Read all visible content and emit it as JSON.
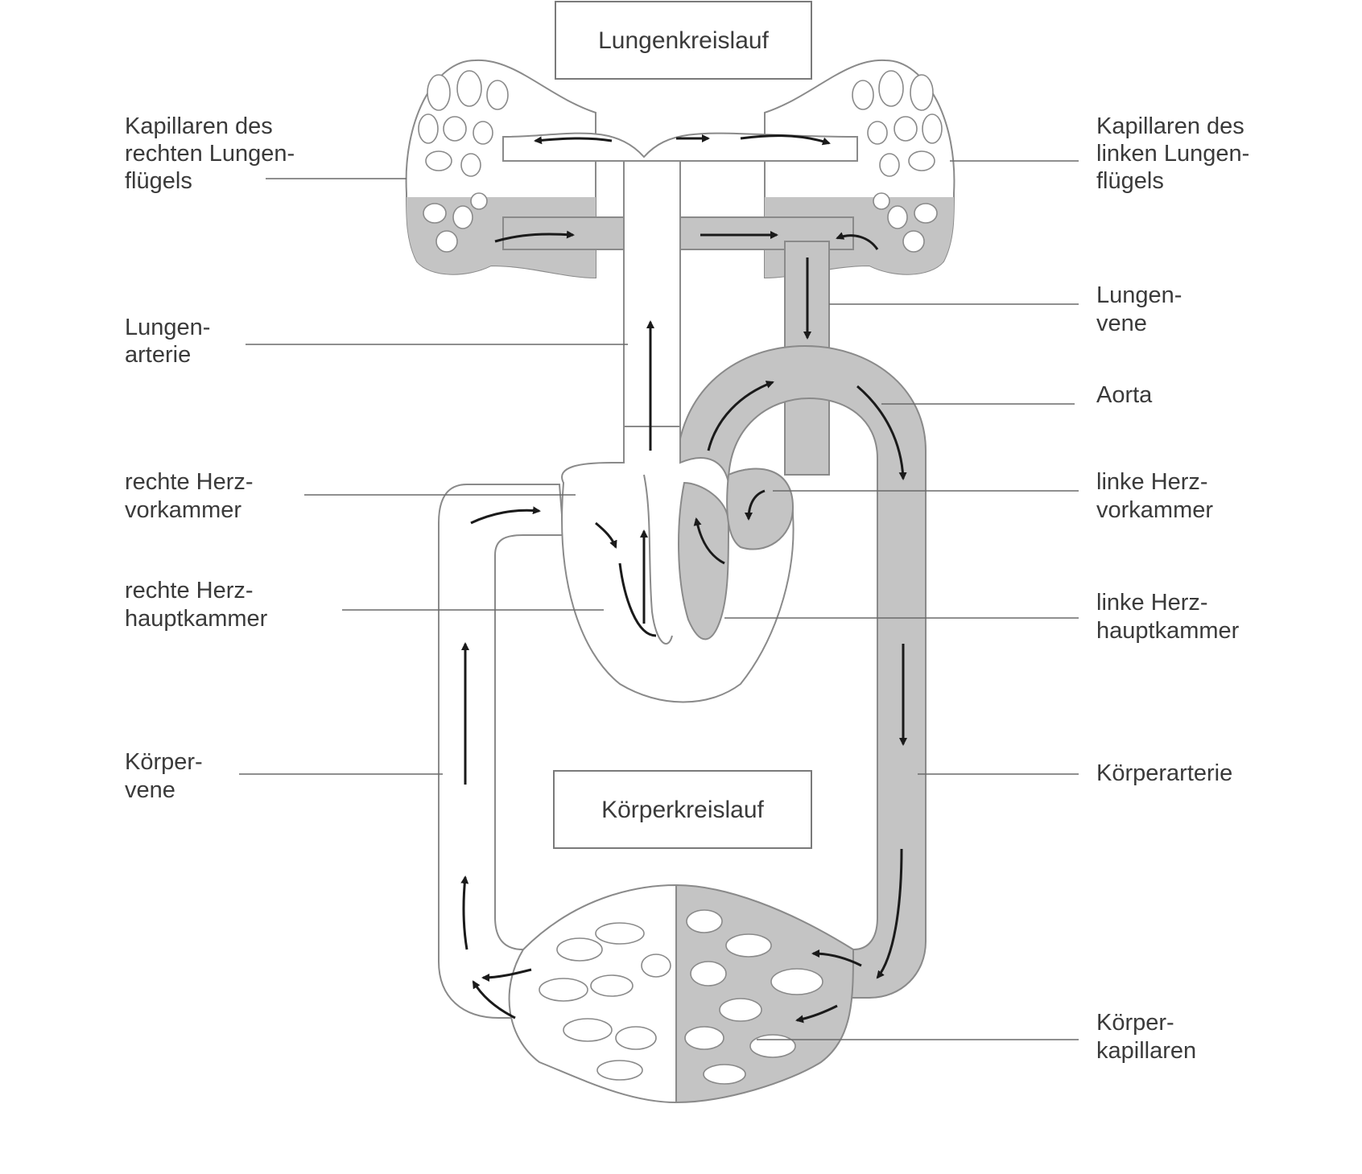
{
  "boxes": {
    "pulmonary": "Lungenkreislauf",
    "systemic": "Körperkreislauf"
  },
  "labels_left": [
    [
      "Kapillaren des",
      "rechten Lungen-",
      "flügels"
    ],
    [
      "Lungen-",
      "arterie"
    ],
    [
      "rechte Herz-",
      "vorkammer"
    ],
    [
      "rechte Herz-",
      "hauptkammer"
    ],
    [
      "Körper-",
      "vene"
    ]
  ],
  "labels_right": [
    [
      "Kapillaren des",
      "linken Lungen-",
      "flügels"
    ],
    [
      "Lungen-",
      "vene"
    ],
    [
      "Aorta"
    ],
    [
      "linke Herz-",
      "vorkammer"
    ],
    [
      "linke Herz-",
      "hauptkammer"
    ],
    [
      "Körperarterie"
    ],
    [
      "Körper-",
      "kapillaren"
    ]
  ],
  "colors": {
    "oxygen_poor_blood": "#ffffff",
    "oxygen_rich_blood": "#c4c4c4",
    "outline": "#8a8a8a",
    "text": "#3a3a3a"
  }
}
